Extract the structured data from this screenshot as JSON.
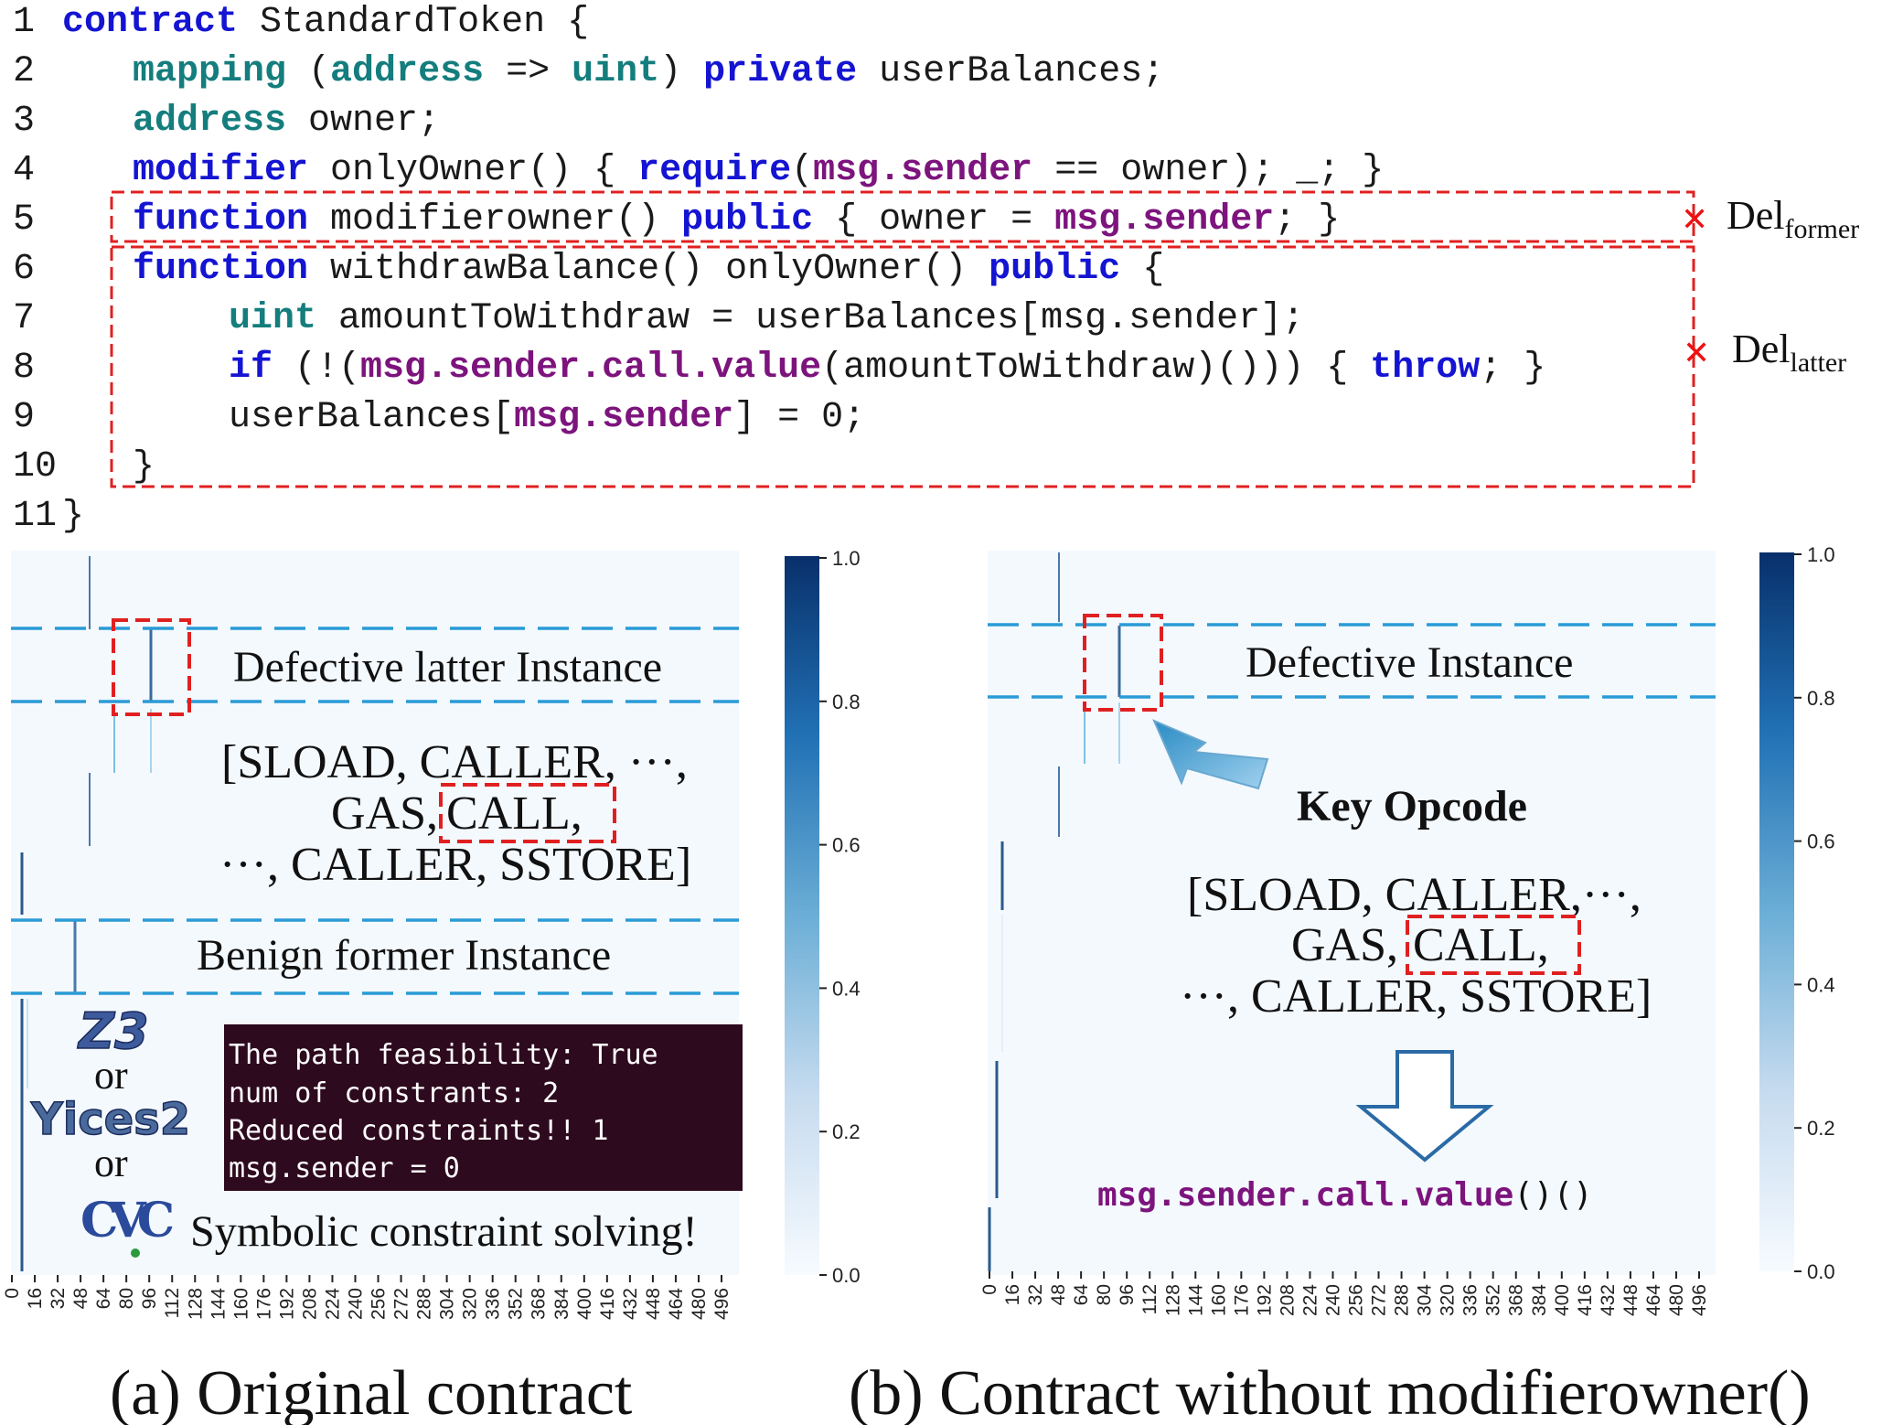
{
  "code": {
    "line_numbers": [
      "1",
      "2",
      "3",
      "4",
      "5",
      "6",
      "7",
      "8",
      "9",
      "10",
      "11"
    ],
    "l1": {
      "kw": "contract",
      "rest": " StandardToken {"
    },
    "l2": {
      "kw1": "mapping",
      "p1": " (",
      "kw2": "address",
      "p2": " => ",
      "kw3": "uint",
      "p3": ") ",
      "kw4": "private",
      "p4": " userBalances;"
    },
    "l3": {
      "kw": "address",
      "rest": " owner;"
    },
    "l4": {
      "kw1": "modifier",
      "p1": " onlyOwner() { ",
      "kw2": "require",
      "p2": "(",
      "g1": "msg.sender",
      "p3": " == owner); _; }"
    },
    "l5": {
      "kw1": "function",
      "p1": " modifierowner() ",
      "kw2": "public",
      "p2": " { owner = ",
      "g1": "msg.sender",
      "p3": "; }"
    },
    "l6": {
      "kw1": "function",
      "p1": " withdrawBalance() onlyOwner() ",
      "kw2": "public",
      "p2": " {"
    },
    "l7": {
      "kw": "uint",
      "rest": " amountToWithdraw = userBalances[msg.sender];"
    },
    "l8": {
      "kw1": "if",
      "p1": " (!(",
      "g1": "msg.sender.call.value",
      "p2": "(amountToWithdraw)())) { ",
      "kw2": "throw",
      "p3": "; }"
    },
    "l9": {
      "p1": "userBalances[",
      "g1": "msg.sender",
      "p2": "] = 0;"
    },
    "l10": {
      "p1": "}"
    },
    "l11": {
      "p1": "}"
    }
  },
  "markers": {
    "del_former_base": "Del",
    "del_former_sub": "former",
    "del_latter_base": "Del",
    "del_latter_sub": "latter",
    "cross": "✕"
  },
  "panel_a": {
    "defective_label": "Defective latter Instance",
    "opcodes_line1": "[SLOAD, CALLER, ···,",
    "opcodes_line2_pre": "GAS, ",
    "opcodes_key": "CALL,",
    "opcodes_line3": "···, CALLER, SSTORE]",
    "benign_label": "Benign former Instance",
    "z3_logo": "Z3",
    "or1": "or",
    "yices_logo": "Yices2",
    "or2": "or",
    "cvc_logo": "CVC",
    "solving_label": "Symbolic constraint solving!",
    "terminal": [
      "The path feasibility: True",
      "num of constrants: 2",
      "Reduced  constraints!! 1",
      "msg.sender = 0"
    ],
    "caption": "(a) Original contract"
  },
  "panel_b": {
    "defective_label": "Defective Instance",
    "key_opcode_label": "Key Opcode",
    "opcodes_line1": "[SLOAD, CALLER,···,",
    "opcodes_line2_pre": "GAS,",
    "opcodes_key": "CALL,",
    "opcodes_line3": "···, CALLER, SSTORE]",
    "result_call": "msg.sender.call.value",
    "result_rest": "()()",
    "caption": "(b) Contract without modifierowner()"
  },
  "colorbar": {
    "ticks": [
      "1.0",
      "0.8",
      "0.6",
      "0.4",
      "0.2",
      "0.0"
    ],
    "colors": {
      "low": "#f7fbff",
      "mid": "#4aa4d4",
      "high": "#08306b"
    }
  },
  "heatmap_axis_ticks": [
    "0",
    "16",
    "32",
    "48",
    "64",
    "80",
    "96",
    "112",
    "128",
    "144",
    "160",
    "176",
    "192",
    "208",
    "224",
    "240",
    "256",
    "272",
    "288",
    "304",
    "320",
    "336",
    "352",
    "368",
    "384",
    "400",
    "416",
    "432",
    "448",
    "464",
    "480",
    "496"
  ],
  "colors": {
    "keyword": "#1414d2",
    "type": "#147d7d",
    "global": "#7d147d",
    "dashed_box": "#e02020",
    "instance_line": "#2a9bd6",
    "terminal_bg": "#2e0a1e"
  }
}
